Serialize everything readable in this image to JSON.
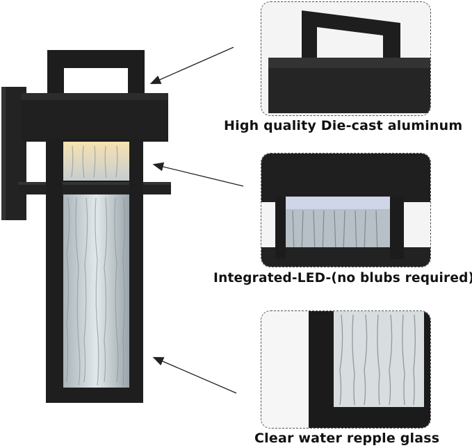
{
  "image": {
    "product_name_icon": "outdoor-wall-lantern",
    "colors": {
      "frame": "#1b1b1b",
      "frame_highlight": "#2e2e2e",
      "glass": "#c9d3d8",
      "led_glow": "#f3dcaa"
    }
  },
  "callouts": [
    {
      "caption": "High quality Die-cast aluminum"
    },
    {
      "caption": "Integrated-LED-(no blubs required)"
    },
    {
      "caption": "Clear water repple glass"
    }
  ]
}
